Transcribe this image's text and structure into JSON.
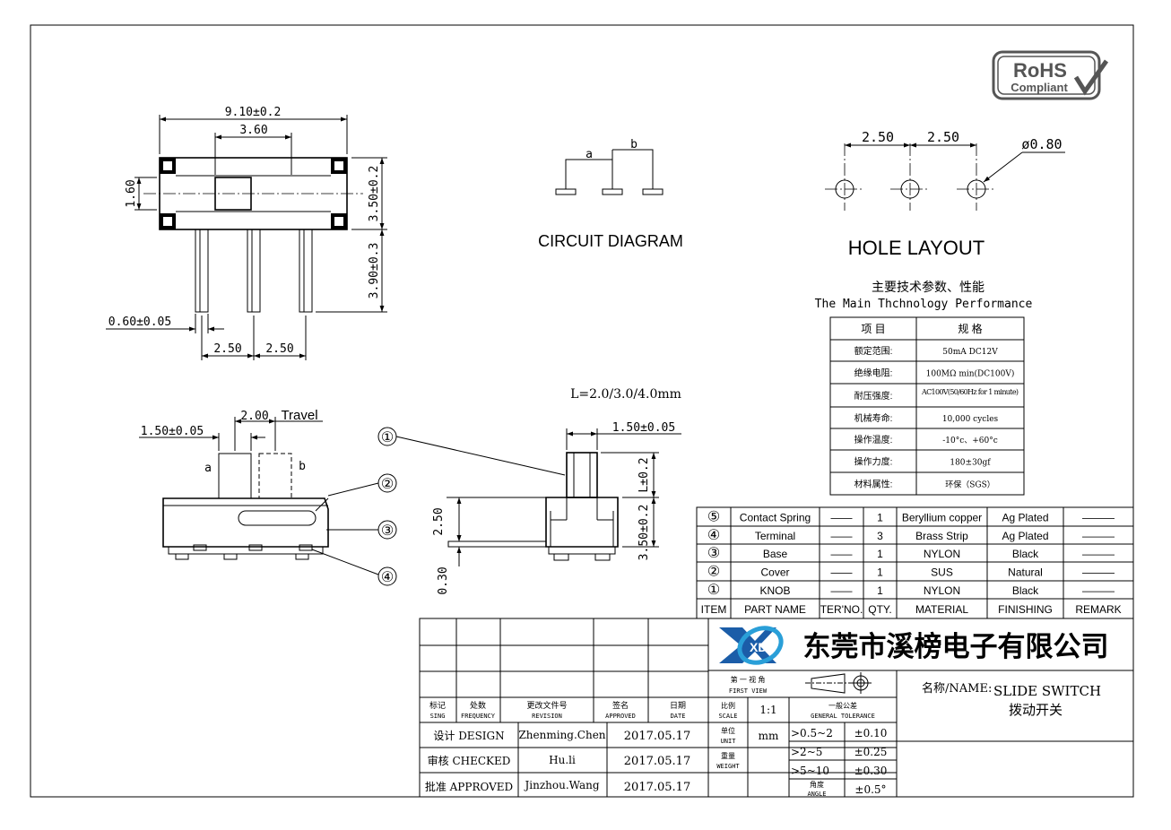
{
  "dimensions": {
    "width": "9.10±0.2",
    "slot": "3.60",
    "knob_w": "1.60",
    "height": "3.50±0.2",
    "pin_len": "3.90±0.3",
    "pin_w": "0.60±0.05",
    "pitch_a": "2.50",
    "pitch_b": "2.50",
    "knob_side": "1.50±0.05",
    "travel_val": "2.00",
    "travel_word": "Travel",
    "pin_a": "a",
    "pin_b": "b",
    "side_knob": "1.50±0.05",
    "side_L": "L±0.2",
    "side_h": "3.50±0.2",
    "side_250": "2.50",
    "side_030": "0.30",
    "L_options": "L=2.0/3.0/4.0mm"
  },
  "circuit": {
    "label_a": "a",
    "label_b": "b",
    "caption": "CIRCUIT  DIAGRAM"
  },
  "hole_layout": {
    "pitch1": "2.50",
    "pitch2": "2.50",
    "diameter": "ø0.80",
    "caption": "HOLE  LAYOUT"
  },
  "rohs": {
    "line1": "RoHS",
    "line2": "Compliant"
  },
  "performance": {
    "title_cn": "主要技术参数、性能",
    "title_en": "The Main Thchnology Performance",
    "header": [
      "项   目",
      "规   格"
    ],
    "rows": [
      [
        "额定范围:",
        "50mA DC12V"
      ],
      [
        "绝缘电阻:",
        "100MΩ min(DC100V)"
      ],
      [
        "耐压强度:",
        "AC100V(50/60Hz for 1 minute)"
      ],
      [
        "机械寿命:",
        "10,000 cycles"
      ],
      [
        "操作温度:",
        "-10°c、+60°c"
      ],
      [
        "操作力度:",
        "180±30gf"
      ],
      [
        "材料属性:",
        "环保（SGS）"
      ]
    ]
  },
  "bom": {
    "rows": [
      [
        "⑤",
        "Contact Spring",
        "——",
        "1",
        "Beryllium copper",
        "Ag Plated",
        "———"
      ],
      [
        "④",
        "Terminal",
        "——",
        "3",
        "Brass Strip",
        "Ag Plated",
        "———"
      ],
      [
        "③",
        "Base",
        "——",
        "1",
        "NYLON",
        "Black",
        "———"
      ],
      [
        "②",
        "Cover",
        "——",
        "1",
        "SUS",
        "Natural",
        "———"
      ],
      [
        "①",
        "KNOB",
        "——",
        "1",
        "NYLON",
        "Black",
        "———"
      ]
    ],
    "header": [
      "ITEM",
      "PART NAME",
      "TER'NO.",
      "QTY.",
      "MATERIAL",
      "FINISHING",
      "REMARK"
    ]
  },
  "callouts": [
    "①",
    "②",
    "③",
    "④"
  ],
  "title_block": {
    "company": "东莞市溪榜电子有限公司",
    "logo": "XD",
    "angle_cn": "第 一 视 角",
    "angle_en": "FIRST VIEW",
    "name_label": "名称/NAME:",
    "name_en": "SLIDE SWITCH",
    "name_cn": "拨动开关",
    "rev_headers": [
      [
        "标记",
        "SING"
      ],
      [
        "处数",
        "FREQUENCY"
      ],
      [
        "更改文件号",
        "REVISION"
      ],
      [
        "签名",
        "APPROVED"
      ],
      [
        "日期",
        "DATE"
      ]
    ],
    "scale_label": [
      "比例",
      "SCALE"
    ],
    "scale_value": "1:1",
    "tol_label": [
      "一般公差",
      "GENERAL TOLERANCE"
    ],
    "unit_label": [
      "单位",
      "UNIT"
    ],
    "unit_value": "mm",
    "weight_label": [
      "重量",
      "WEIGHT"
    ],
    "angle_label": [
      "角度",
      "ANGLE"
    ],
    "design": [
      "设计 DESIGN",
      "Zhenming.Chen",
      "2017.05.17"
    ],
    "checked": [
      "审核 CHECKED",
      "Hu.li",
      "2017.05.17"
    ],
    "approved": [
      "批准 APPROVED",
      "Jinzhou.Wang",
      "2017.05.17"
    ],
    "tolerances": [
      [
        ">0.5~2",
        "±0.10"
      ],
      [
        ">2~5",
        "±0.25"
      ],
      [
        ">5~10",
        "±0.30"
      ],
      [
        "",
        "±0.5°"
      ]
    ]
  }
}
